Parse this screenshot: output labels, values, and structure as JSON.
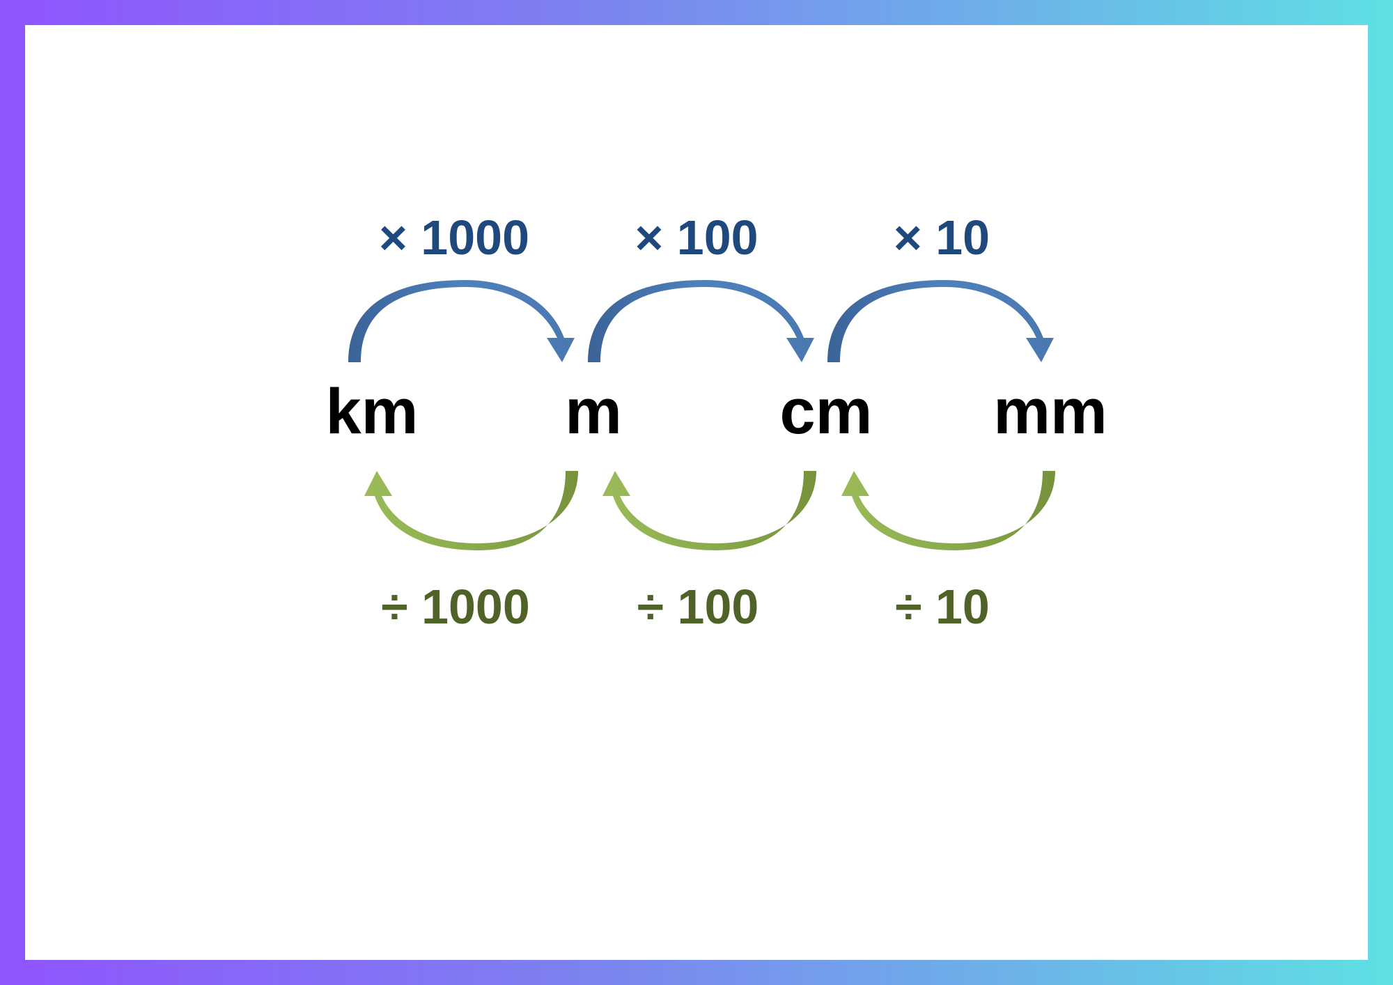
{
  "units": [
    {
      "id": "km",
      "label": "km"
    },
    {
      "id": "m",
      "label": "m"
    },
    {
      "id": "cm",
      "label": "cm"
    },
    {
      "id": "mm",
      "label": "mm"
    }
  ],
  "multiply": [
    {
      "label": "× 1000"
    },
    {
      "label": "× 100"
    },
    {
      "label": "× 10"
    }
  ],
  "divide": [
    {
      "label": "÷ 1000"
    },
    {
      "label": "÷ 100"
    },
    {
      "label": "÷ 10"
    }
  ],
  "colors": {
    "multiply_text": "#1f497d",
    "multiply_arrow": "#4f81bd",
    "multiply_arrow_dark": "#3a6397",
    "divide_text": "#4f6228",
    "divide_arrow": "#9bbb59",
    "divide_arrow_dark": "#76923c",
    "frame_left": "#8f55ff",
    "frame_right": "#5fe0e3"
  }
}
